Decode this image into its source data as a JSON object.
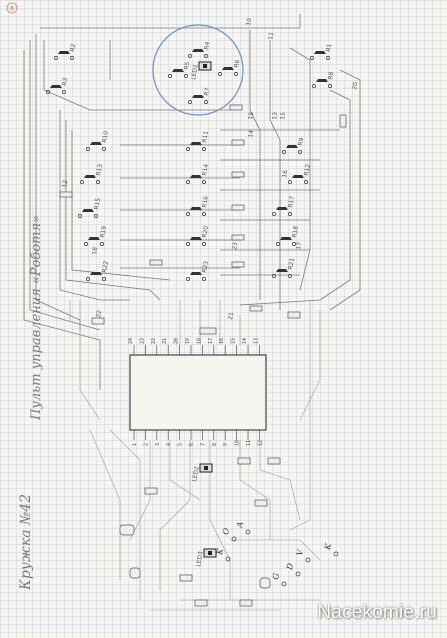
{
  "sheet": {
    "margin_note": "Кружка №42",
    "side_title": "Пульт управления «Роботя»",
    "top_mark": "6",
    "watermark": "Nacekomie.ru"
  },
  "buttons": [
    {
      "id": "b1",
      "label": "R1"
    },
    {
      "id": "b2",
      "label": "R2"
    },
    {
      "id": "b3",
      "label": "R3"
    },
    {
      "id": "b4",
      "label": "R4"
    },
    {
      "id": "b5",
      "label": "R5"
    },
    {
      "id": "b6",
      "label": "R6"
    },
    {
      "id": "b7",
      "label": "R7"
    },
    {
      "id": "b8",
      "label": "R8"
    },
    {
      "id": "b9",
      "label": "R9"
    },
    {
      "id": "b10",
      "label": "R10"
    },
    {
      "id": "b11",
      "label": "R11"
    },
    {
      "id": "b12",
      "label": "R12"
    },
    {
      "id": "b13",
      "label": "R13"
    },
    {
      "id": "b14",
      "label": "R14"
    },
    {
      "id": "b15",
      "label": "R15"
    },
    {
      "id": "b16",
      "label": "R16"
    },
    {
      "id": "b17",
      "label": "R17"
    },
    {
      "id": "b18",
      "label": "R18"
    },
    {
      "id": "b19",
      "label": "R19"
    },
    {
      "id": "b20",
      "label": "R20"
    },
    {
      "id": "b21",
      "label": "R21"
    },
    {
      "id": "b22",
      "label": "R22"
    },
    {
      "id": "b23",
      "label": "R23"
    }
  ],
  "leds": [
    {
      "id": "led1",
      "label": "LED1"
    },
    {
      "id": "led2",
      "label": "LED2"
    },
    {
      "id": "led3",
      "label": "LED3"
    }
  ],
  "chip": {
    "top_pins": [
      "24",
      "23",
      "22",
      "21",
      "20",
      "19",
      "18",
      "17",
      "16",
      "15",
      "14",
      "13"
    ],
    "bottom_pins": [
      "1",
      "2",
      "3",
      "4",
      "5",
      "6",
      "7",
      "8",
      "9",
      "10",
      "11",
      "12"
    ]
  },
  "edge_numbers": [
    "10",
    "11",
    "12",
    "13",
    "14",
    "15",
    "16",
    "17",
    "18",
    "19",
    "20",
    "21",
    "22",
    "23"
  ],
  "connector_labels": [
    "K",
    "O",
    "A",
    "G",
    "D",
    "V",
    "K"
  ]
}
